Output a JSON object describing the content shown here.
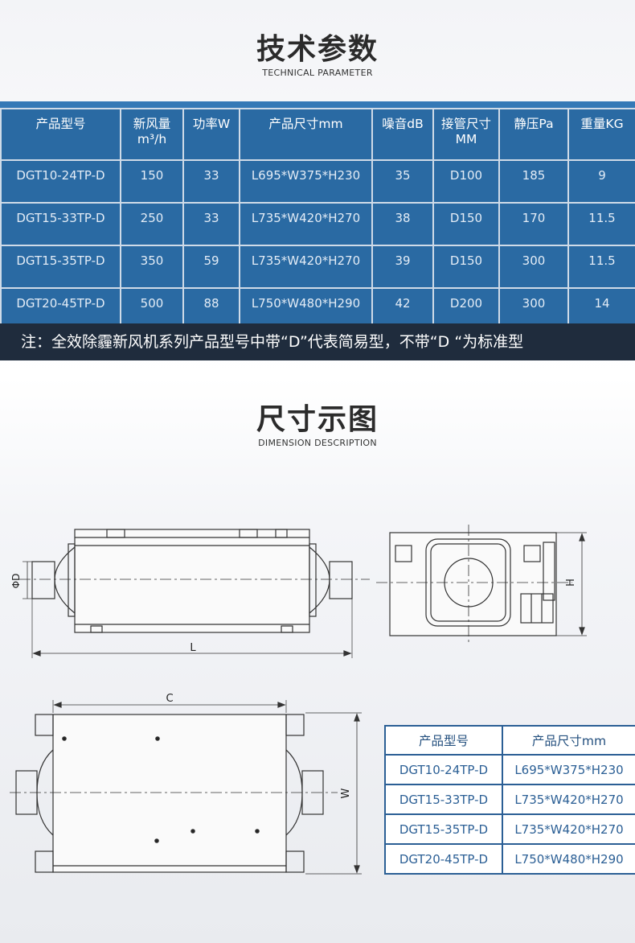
{
  "section1": {
    "title_cn": "技术参数",
    "title_en": "TECHNICAL PARAMETER"
  },
  "spec_table": {
    "headers": [
      {
        "line1": "产品型号",
        "line2": ""
      },
      {
        "line1": "新风量",
        "line2": "m³/h"
      },
      {
        "line1": "功率W",
        "line2": ""
      },
      {
        "line1": "产品尺寸mm",
        "line2": ""
      },
      {
        "line1": "噪音dB",
        "line2": ""
      },
      {
        "line1": "接管尺寸",
        "line2": "MM"
      },
      {
        "line1": "静压Pa",
        "line2": ""
      },
      {
        "line1": "重量KG",
        "line2": ""
      }
    ],
    "rows": [
      [
        "DGT10-24TP-D",
        "150",
        "33",
        "L695*W375*H230",
        "35",
        "D100",
        "185",
        "9"
      ],
      [
        "DGT15-33TP-D",
        "250",
        "33",
        "L735*W420*H270",
        "38",
        "D150",
        "170",
        "11.5"
      ],
      [
        "DGT15-35TP-D",
        "350",
        "59",
        "L735*W420*H270",
        "39",
        "D150",
        "300",
        "11.5"
      ],
      [
        "DGT20-45TP-D",
        "500",
        "88",
        "L750*W480*H290",
        "42",
        "D200",
        "300",
        "14"
      ]
    ]
  },
  "note": "注：全效除霾新风机系列产品型号中带“D”代表简易型，不带“D “为标准型",
  "section2": {
    "title_cn": "尺寸示图",
    "title_en": "DIMENSION DESCRIPTION"
  },
  "drawing_labels": {
    "diameter": "ΦD",
    "length": "L",
    "height": "H",
    "c": "C",
    "width": "W"
  },
  "dims_table": {
    "headers": [
      "产品型号",
      "产品尺寸mm"
    ],
    "rows": [
      [
        "DGT10-24TP-D",
        "L695*W375*H230"
      ],
      [
        "DGT15-33TP-D",
        "L735*W420*H270"
      ],
      [
        "DGT15-35TP-D",
        "L735*W420*H270"
      ],
      [
        "DGT20-45TP-D",
        "L750*W480*H290"
      ]
    ]
  },
  "colors": {
    "table_cell": "#2a6aa3",
    "table_border": "#cfdbe8",
    "note_bg": "#1f2c3d",
    "dims_border": "#2b5f95"
  }
}
